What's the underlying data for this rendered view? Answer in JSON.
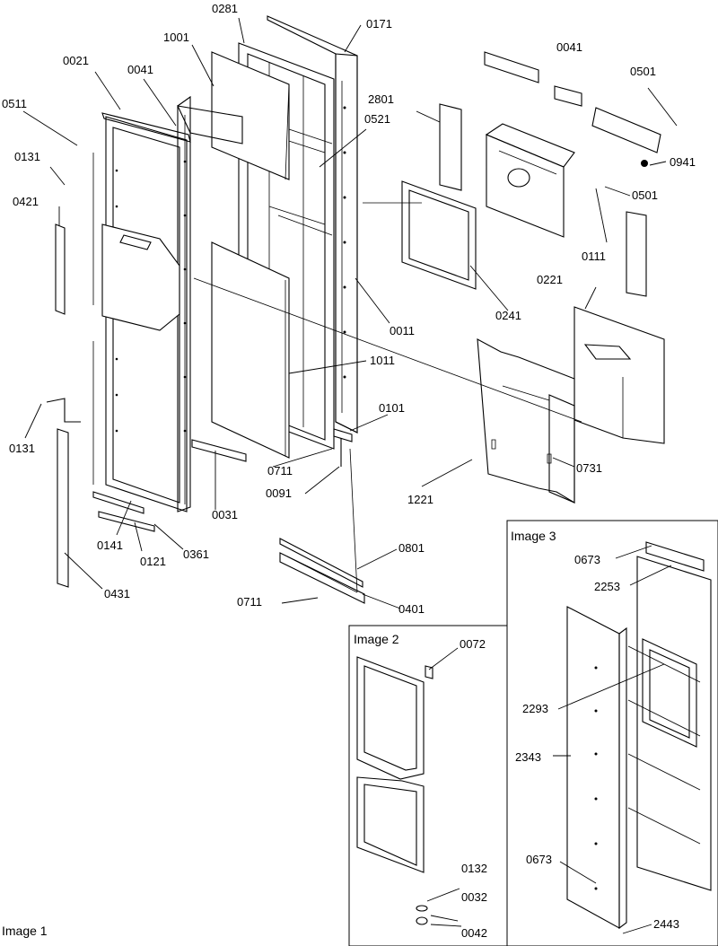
{
  "labels": {
    "l0281": "0281",
    "l0171": "0171",
    "l1001": "1001",
    "l0021": "0021",
    "l0041a": "0041",
    "l0041b": "0041",
    "l0501a": "0501",
    "l0511": "0511",
    "l2801": "2801",
    "l0521": "0521",
    "l0941": "0941",
    "l0131a": "0131",
    "l0501b": "0501",
    "l0421": "0421",
    "l0111": "0111",
    "l0221": "0221",
    "l0241": "0241",
    "l0011": "0011",
    "l1011": "1011",
    "l0101": "0101",
    "l0131b": "0131",
    "l0711a": "0711",
    "l0731": "0731",
    "l0091": "0091",
    "l1221": "1221",
    "l0031": "0031",
    "l0141": "0141",
    "l0121": "0121",
    "l0361": "0361",
    "l0801": "0801",
    "l0431": "0431",
    "l0711b": "0711",
    "l0401": "0401",
    "l0072": "0072",
    "l0132": "0132",
    "l0032": "0032",
    "l0042": "0042",
    "l0673a": "0673",
    "l2253": "2253",
    "l2293": "2293",
    "l2343": "2343",
    "l0673b": "0673",
    "l2443": "2443"
  },
  "insets": {
    "image1": "Image 1",
    "image2": "Image 2",
    "image3": "Image 3"
  }
}
